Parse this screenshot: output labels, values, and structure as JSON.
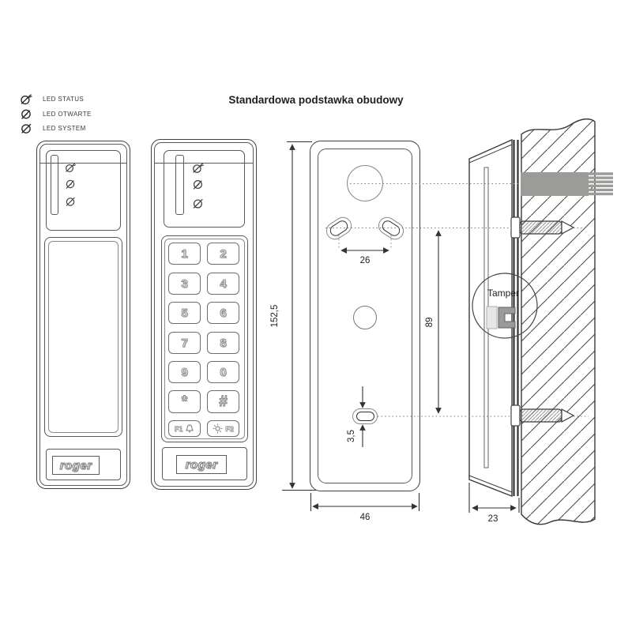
{
  "title": "Standardowa podstawka obudowy",
  "legend": {
    "items": [
      {
        "icon": "led-status-icon",
        "label": "LED STATUS"
      },
      {
        "icon": "led-open-icon",
        "label": "LED OTWARTE"
      },
      {
        "icon": "led-system-icon",
        "label": "LED SYSTEM"
      }
    ]
  },
  "brand": {
    "logo": "roger"
  },
  "keypad": {
    "keys": [
      "1",
      "2",
      "3",
      "4",
      "5",
      "6",
      "7",
      "8",
      "9",
      "0",
      "*",
      "#"
    ],
    "f1_label": "F1",
    "f2_label": "F2"
  },
  "dimensions": {
    "base_height_mm": "152,5",
    "hole_spacing_mm": "26",
    "hole_offset_mm": "89",
    "slot_width_mm": "3,5",
    "base_width_mm": "46",
    "depth_mm": "23"
  },
  "side_view": {
    "tamper_label": "Tamper"
  },
  "colors": {
    "line": "#3c3c3c",
    "light_line": "#999999",
    "cable": "#9b9b97"
  }
}
